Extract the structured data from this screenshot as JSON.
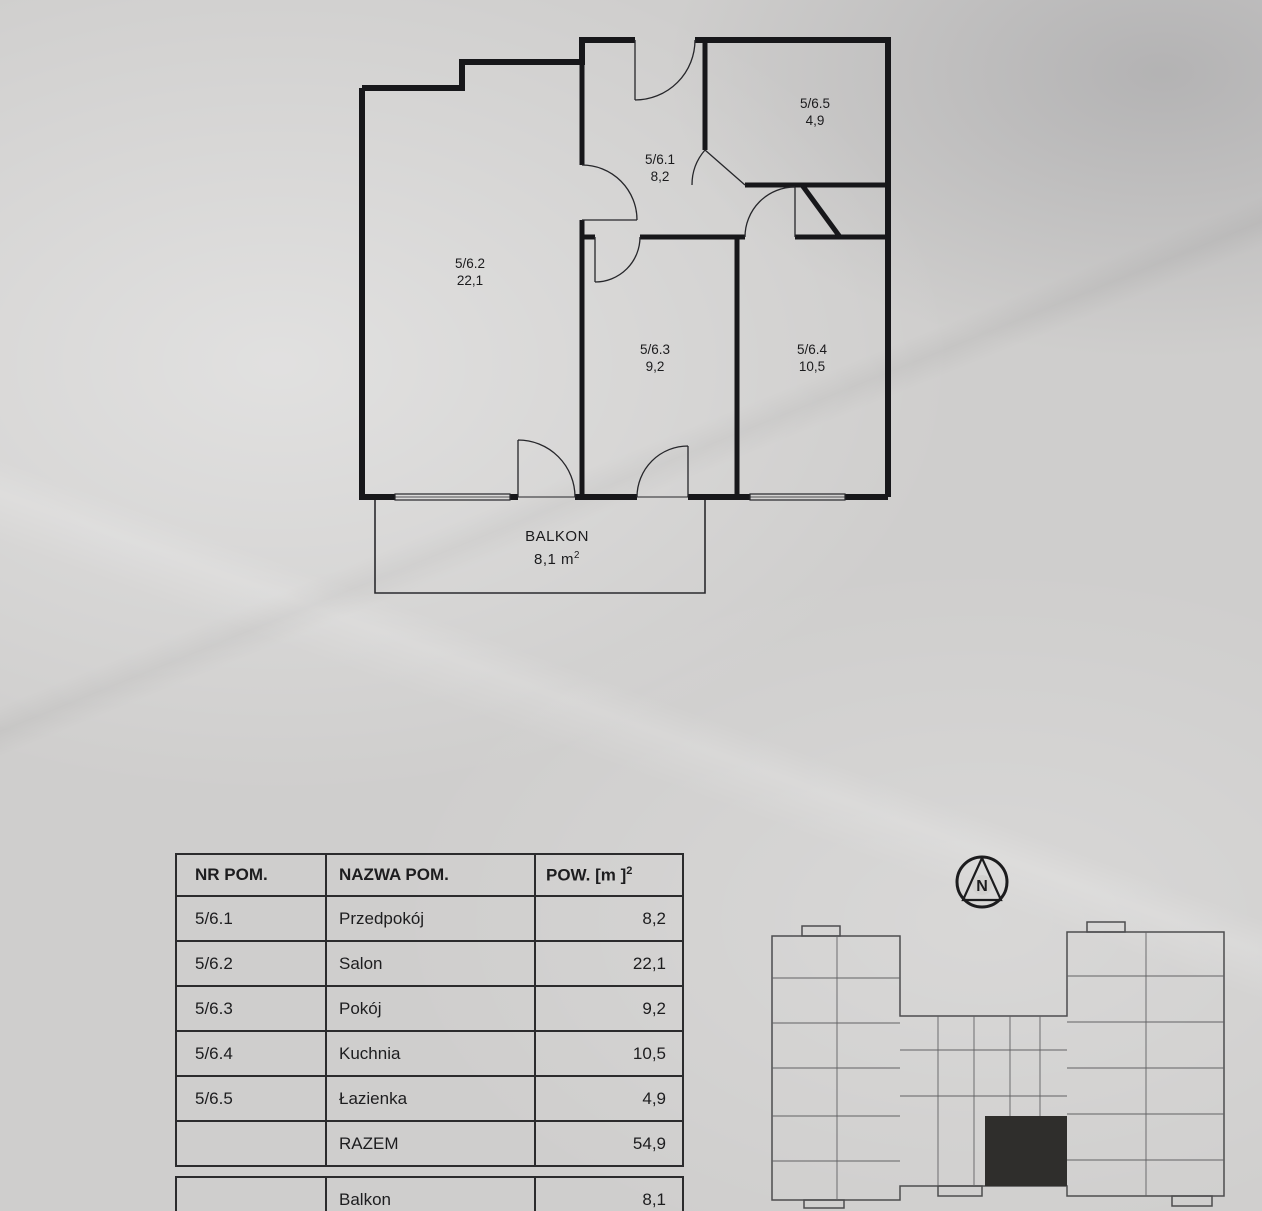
{
  "plan": {
    "rooms": [
      {
        "id": "5/6.1",
        "area": "8,2"
      },
      {
        "id": "5/6.2",
        "area": "22,1"
      },
      {
        "id": "5/6.3",
        "area": "9,2"
      },
      {
        "id": "5/6.4",
        "area": "10,5"
      },
      {
        "id": "5/6.5",
        "area": "4,9"
      }
    ],
    "balcony": {
      "name": "BALKON",
      "area": "8,1 m",
      "area_sup": "2"
    }
  },
  "table": {
    "headers": {
      "nr": "NR POM.",
      "name": "NAZWA POM.",
      "area": "POW. [m ]",
      "area_sup": "2"
    },
    "rows": [
      {
        "nr": "5/6.1",
        "name": "Przedpokój",
        "area": "8,2"
      },
      {
        "nr": "5/6.2",
        "name": "Salon",
        "area": "22,1"
      },
      {
        "nr": "5/6.3",
        "name": "Pokój",
        "area": "9,2"
      },
      {
        "nr": "5/6.4",
        "name": "Kuchnia",
        "area": "10,5"
      },
      {
        "nr": "5/6.5",
        "name": "Łazienka",
        "area": "4,9"
      },
      {
        "nr": "",
        "name": "RAZEM",
        "area": "54,9"
      }
    ],
    "balcony_row": {
      "nr": "",
      "name": "Balkon",
      "area": "8,1"
    }
  },
  "compass": {
    "label": "N"
  }
}
